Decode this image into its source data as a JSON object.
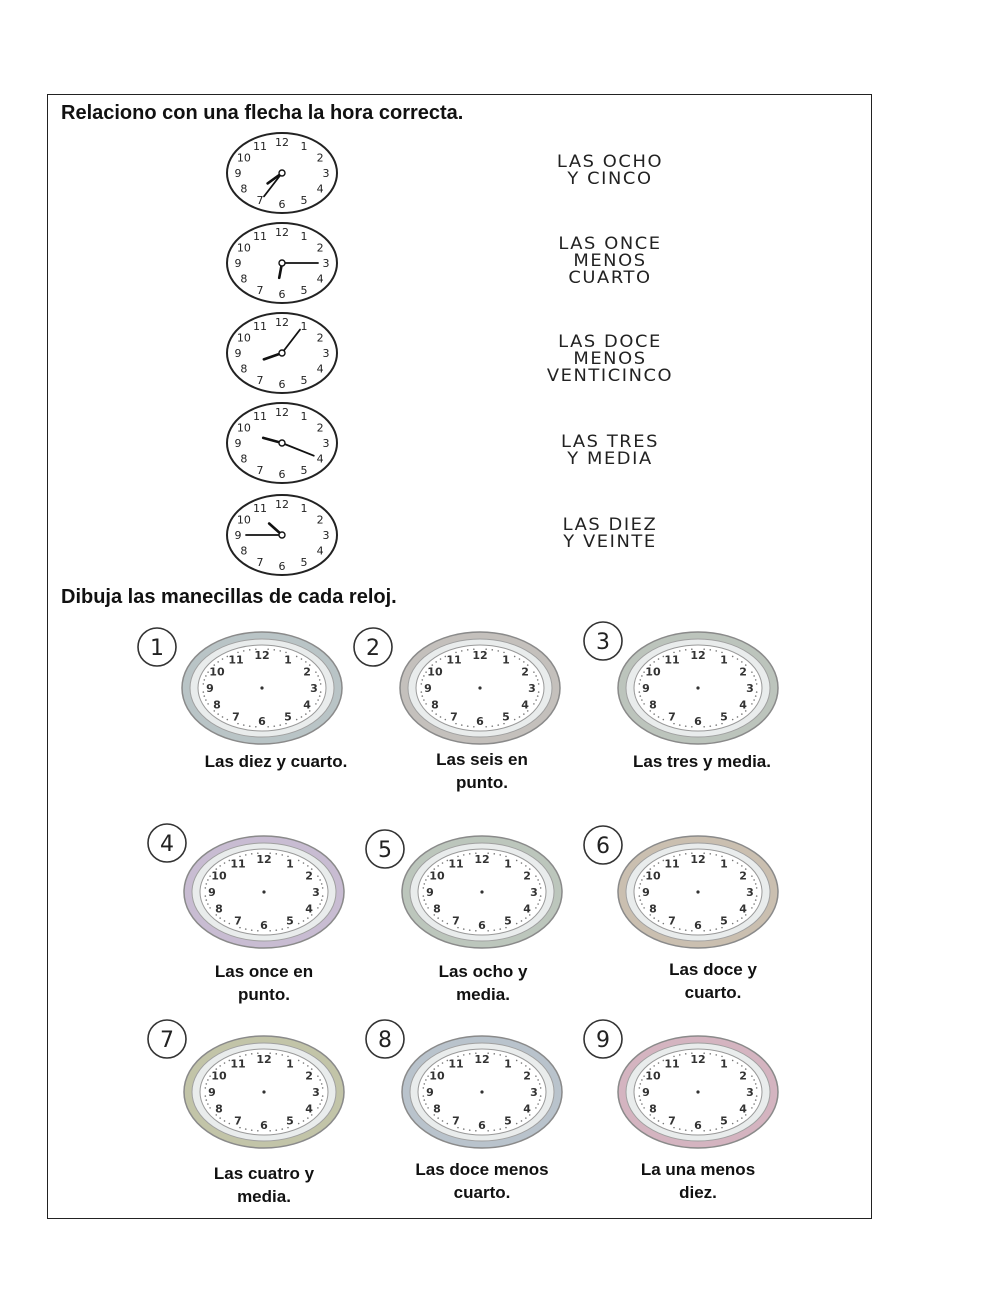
{
  "instructions": {
    "match": "Relaciono con una flecha la hora correcta.",
    "draw": "Dibuja las manecillas de cada reloj."
  },
  "matching": {
    "clocks": [
      {
        "time": "7:35",
        "hour_deg": 226,
        "minute_deg": 210
      },
      {
        "time": "6:15",
        "hour_deg": 188,
        "minute_deg": 90
      },
      {
        "time": "8:05",
        "hour_deg": 245,
        "minute_deg": 30
      },
      {
        "time": "9:20",
        "hour_deg": 290,
        "minute_deg": 118
      },
      {
        "time": "10:45",
        "hour_deg": 320,
        "minute_deg": 270
      }
    ],
    "labels": [
      [
        "LAS OCHO",
        "Y CINCO"
      ],
      [
        "LAS ONCE",
        "MENOS",
        "CUARTO"
      ],
      [
        "LAS DOCE",
        "MENOS",
        "VENTICINCO"
      ],
      [
        "LAS TRES",
        "Y MEDIA"
      ],
      [
        "LAS DIEZ",
        "Y VEINTE"
      ]
    ]
  },
  "exercises": [
    {
      "number": "1",
      "caption": [
        "Las diez y cuarto."
      ],
      "rim_color": "#b9c4c6"
    },
    {
      "number": "2",
      "caption": [
        "Las seis en",
        "punto."
      ],
      "rim_color": "#c4c0bc"
    },
    {
      "number": "3",
      "caption": [
        "Las tres y media."
      ],
      "rim_color": "#bcc4bc"
    },
    {
      "number": "4",
      "caption": [
        "Las once en",
        "punto."
      ],
      "rim_color": "#c8bcd2"
    },
    {
      "number": "5",
      "caption": [
        "Las ocho y",
        "media."
      ],
      "rim_color": "#bcc6bc"
    },
    {
      "number": "6",
      "caption": [
        "Las doce y",
        "cuarto."
      ],
      "rim_color": "#cabfb0"
    },
    {
      "number": "7",
      "caption": [
        "Las cuatro y",
        "media."
      ],
      "rim_color": "#c2c4a8"
    },
    {
      "number": "8",
      "caption": [
        "Las doce menos",
        "cuarto."
      ],
      "rim_color": "#b9c3cc"
    },
    {
      "number": "9",
      "caption": [
        "La una menos",
        "diez."
      ],
      "rim_color": "#d4b4c0"
    }
  ],
  "clock_numerals": [
    "12",
    "1",
    "2",
    "3",
    "4",
    "5",
    "6",
    "7",
    "8",
    "9",
    "10",
    "11"
  ]
}
